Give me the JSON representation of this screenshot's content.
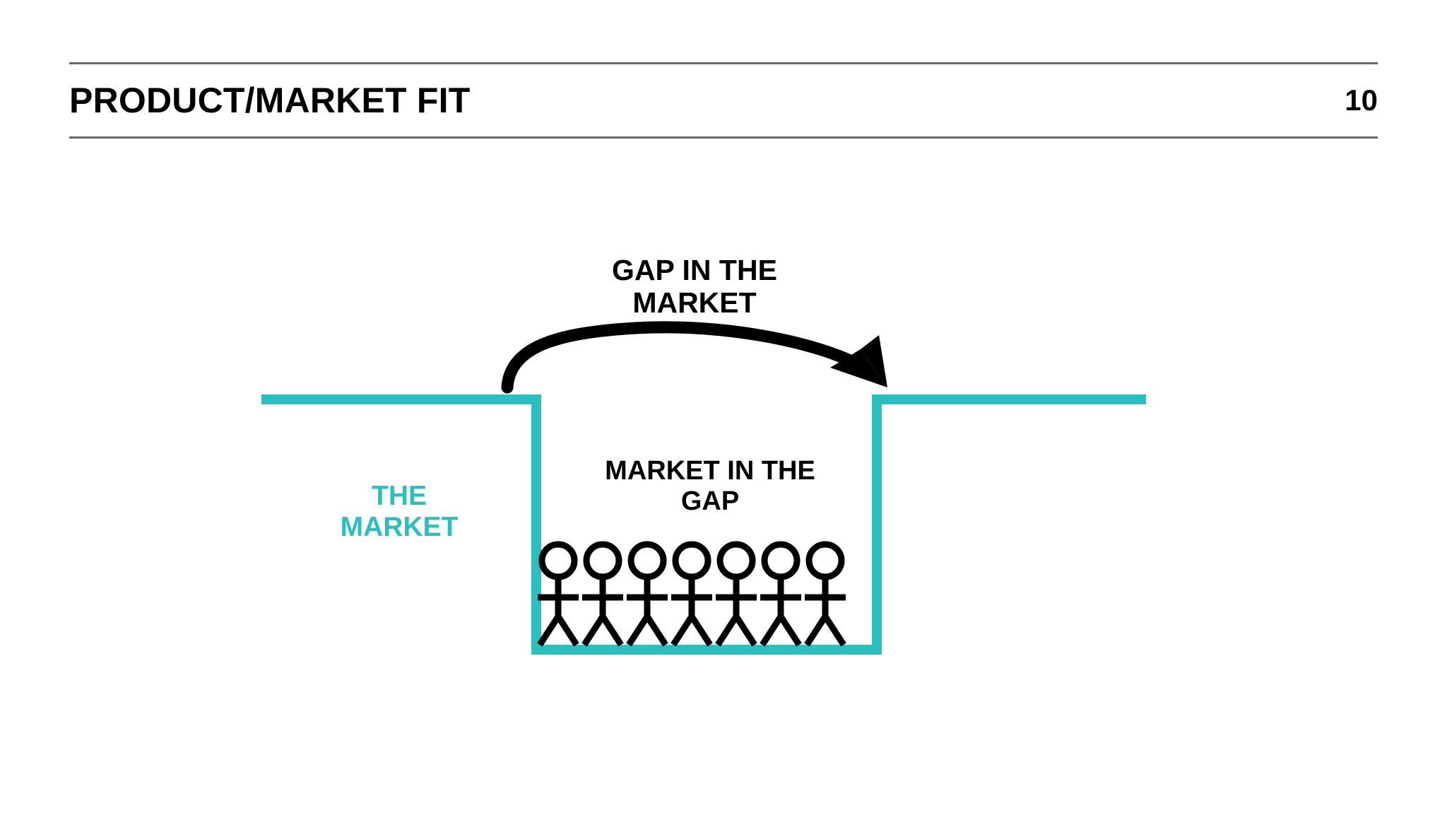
{
  "slide": {
    "title": "PRODUCT/MARKET FIT",
    "page_number": "10",
    "background_color": "#FFFFFF",
    "rule_color": "#666666"
  },
  "diagram": {
    "type": "gap-in-the-market-trench",
    "accent_color": "#2CBFBF",
    "ink_color": "#000000",
    "labels": {
      "gap_in_the_market": "GAP IN THE\nMARKET",
      "market_in_the_gap": "MARKET IN THE\nGAP",
      "the_market": "THE\nMARKET"
    },
    "arrow": {
      "name": "curved-arrow",
      "direction": "left-to-right-arc",
      "color": "#000000"
    },
    "people": {
      "count": 7,
      "glyph": "stick-figure",
      "color": "#000000"
    },
    "trench": {
      "left_ledge": "flat market surface left",
      "right_ledge": "flat market surface right",
      "walls": "vertical teal walls",
      "floor": "teal trench floor"
    }
  }
}
